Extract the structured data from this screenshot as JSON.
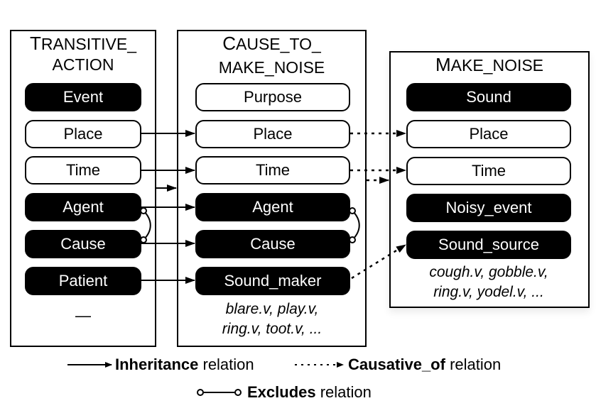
{
  "frames": [
    {
      "id": "transitive_action",
      "title_line1_initial": "T",
      "title_line1_rest": "RANSITIVE_",
      "title_line2": "ACTION",
      "elements": [
        {
          "label": "Event",
          "type": "core"
        },
        {
          "label": "Place",
          "type": "non-core"
        },
        {
          "label": "Time",
          "type": "non-core"
        },
        {
          "label": "Agent",
          "type": "core"
        },
        {
          "label": "Cause",
          "type": "core"
        },
        {
          "label": "Patient",
          "type": "core"
        }
      ],
      "lexical_units": "—"
    },
    {
      "id": "cause_to_make_noise",
      "title_line1_initial": "C",
      "title_line1_rest": "AUSE_TO_",
      "title_line2": "MAKE_NOISE",
      "elements": [
        {
          "label": "Purpose",
          "type": "non-core"
        },
        {
          "label": "Place",
          "type": "non-core"
        },
        {
          "label": "Time",
          "type": "non-core"
        },
        {
          "label": "Agent",
          "type": "core"
        },
        {
          "label": "Cause",
          "type": "core"
        },
        {
          "label": "Sound_maker",
          "type": "core"
        }
      ],
      "lexical_units_line1": "blare.v, play.v,",
      "lexical_units_line2": "ring.v, toot.v, ..."
    },
    {
      "id": "make_noise",
      "title_line1_initial": "M",
      "title_line1_rest": "AKE_NOISE",
      "elements": [
        {
          "label": "Sound",
          "type": "core"
        },
        {
          "label": "Place",
          "type": "non-core"
        },
        {
          "label": "Time",
          "type": "non-core"
        },
        {
          "label": "Noisy_event",
          "type": "core"
        },
        {
          "label": "Sound_source",
          "type": "core"
        }
      ],
      "lexical_units_line1": "cough.v, gobble.v,",
      "lexical_units_line2": "ring.v, yodel.v, ..."
    }
  ],
  "relations": {
    "inheritance": [
      {
        "from": "Transitive_action.Place",
        "to": "Cause_to_make_noise.Place"
      },
      {
        "from": "Transitive_action.Time",
        "to": "Cause_to_make_noise.Time"
      },
      {
        "from": "Transitive_action.Agent",
        "to": "Cause_to_make_noise.Agent"
      },
      {
        "from": "Transitive_action.Cause",
        "to": "Cause_to_make_noise.Cause"
      },
      {
        "from": "Transitive_action.Patient",
        "to": "Cause_to_make_noise.Sound_maker"
      },
      {
        "from": "Transitive_action",
        "to": "Cause_to_make_noise",
        "level": "frame"
      }
    ],
    "causative_of": [
      {
        "from": "Cause_to_make_noise.Place",
        "to": "Make_noise.Place"
      },
      {
        "from": "Cause_to_make_noise.Time",
        "to": "Make_noise.Time"
      },
      {
        "from": "Cause_to_make_noise.Sound_maker",
        "to": "Make_noise.Sound_source"
      },
      {
        "from": "Cause_to_make_noise",
        "to": "Make_noise",
        "level": "frame"
      }
    ],
    "excludes": [
      {
        "a": "Transitive_action.Agent",
        "b": "Transitive_action.Cause"
      },
      {
        "a": "Cause_to_make_noise.Agent",
        "b": "Cause_to_make_noise.Cause"
      }
    ]
  },
  "legend": {
    "inheritance_bold": "Inheritance",
    "inheritance_rest": " relation",
    "causative_bold": "Causative_of",
    "causative_rest": " relation",
    "excludes_bold": "Excludes",
    "excludes_rest": " relation"
  }
}
